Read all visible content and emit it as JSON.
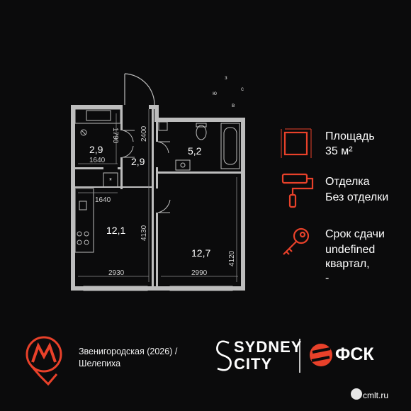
{
  "plan": {
    "rooms": [
      {
        "id": "bathroom-small",
        "area": "2,9"
      },
      {
        "id": "hall",
        "area": "2,9"
      },
      {
        "id": "bathroom",
        "area": "5,2"
      },
      {
        "id": "kitchen",
        "area": "12,1"
      },
      {
        "id": "room",
        "area": "12,7"
      }
    ],
    "dims": {
      "d1790": "1790",
      "d2400": "2400",
      "d1640a": "1640",
      "d1640b": "1640",
      "d4130": "4130",
      "d4120": "4120",
      "d2930": "2930",
      "d2990": "2990"
    },
    "compass": {
      "n": "з",
      "e": "с",
      "s": "в",
      "w": "ю"
    }
  },
  "info": {
    "area_title": "Площадь",
    "area_value": "35 м²",
    "finish_title": "Отделка",
    "finish_value": "Без отделки",
    "deadline_title": "Срок сдачи",
    "deadline_line1": "undefined",
    "deadline_line2": "квартал,",
    "deadline_line3": "-"
  },
  "footer": {
    "metro_line1": "Звенигородская (2026) /",
    "metro_line2": "Шелепиха",
    "project_line1": "SYDNEY",
    "project_line2": "CITY",
    "developer": "ФСК",
    "watermark": "cmlt.ru"
  },
  "colors": {
    "accent": "#e8412a",
    "wall": "#b8b8b8",
    "background": "#0b0b0c"
  }
}
